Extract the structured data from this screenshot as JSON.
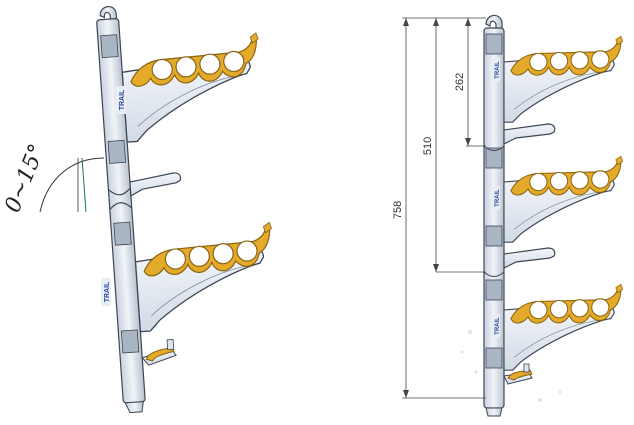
{
  "left_view": {
    "angle_label": "0~15°",
    "logo_text": "TRAIL"
  },
  "right_view": {
    "dimensions": [
      {
        "name": "dim-262",
        "label": "262"
      },
      {
        "name": "dim-510",
        "label": "510"
      },
      {
        "name": "dim-758",
        "label": "758"
      }
    ],
    "logo_text": "TRAIL"
  },
  "colors": {
    "bracket_fill": "#e9eef5",
    "bracket_outline": "#3c4655",
    "cradle_fill": "#e4aa2a",
    "cradle_outline": "#8a6412",
    "logo": "#2c4a9a",
    "dim_line": "#444444"
  }
}
